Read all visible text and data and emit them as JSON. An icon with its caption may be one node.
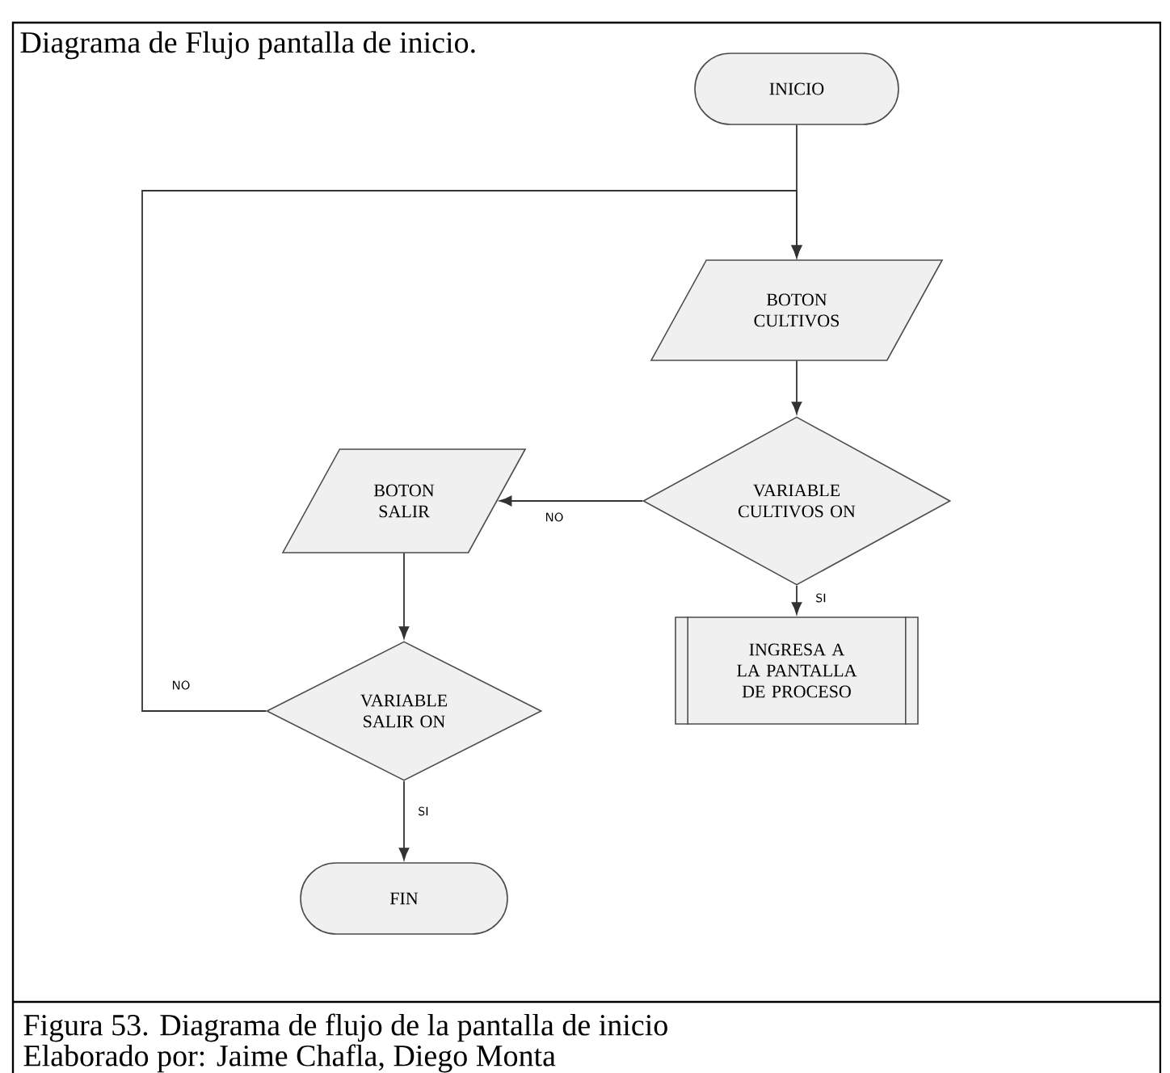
{
  "diagram": {
    "title": "Diagrama de Flujo pantalla de inicio.",
    "caption": "Figura 53. Diagrama de flujo de la pantalla de inicio",
    "nodes": [
      {
        "text": [
          "INICIO"
        ]
      },
      {
        "text": [
          "BOTON CULTIVOS"
        ]
      },
      {
        "text": [
          "VARIABLE CULTIVOS ON"
        ]
      },
      {
        "text": [
          "BOTON SALIR"
        ]
      },
      {
        "text": [
          "INGRESA A LA PANTALLA DE PROCESO"
        ]
      },
      {
        "text": [
          "VARIABLE SALIR ON"
        ]
      },
      {
        "text": [
          "FIN"
        ]
      }
    ],
    "edges": [
      {
        "from": 0,
        "to": 1,
        "arrow": "to"
      },
      {
        "from": 1,
        "to": 2,
        "arrow": "to"
      },
      {
        "from": 2,
        "to": 3,
        "arrow": "to",
        "label": "NO"
      },
      {
        "from": 2,
        "to": 4,
        "arrow": "to",
        "label": "SI"
      },
      {
        "from": 3,
        "to": 5,
        "arrow": "to"
      },
      {
        "from": 5,
        "to": 6,
        "arrow": "to",
        "label": "SI"
      },
      {
        "from": 5,
        "to": 1,
        "arrow": "to",
        "label": "NO"
      }
    ],
    "labels": [
      "Elaborado por: Jaime Chafla, Diego Monta"
    ]
  }
}
